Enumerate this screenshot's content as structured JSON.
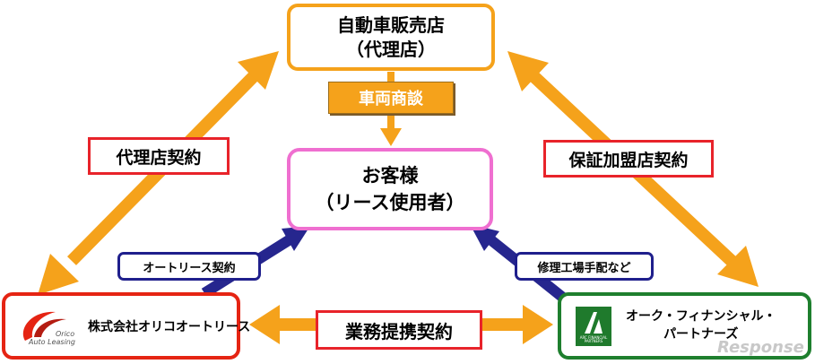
{
  "dealer": {
    "line1": "自動車販売店",
    "line2": "（代理店）"
  },
  "negotiation_label": "車両商談",
  "customer": {
    "line1": "お客様",
    "line2": "（リース使用者）"
  },
  "agency_contract": "代理店契約",
  "guarantee_contract": "保証加盟店契約",
  "auto_lease_contract": "オートリース契約",
  "repair_arrangement": "修理工場手配など",
  "business_alliance": "業務提携契約",
  "orico": {
    "logo_word1": "Orico",
    "logo_word2": "Auto Leasing",
    "name": "株式会社オリコオートリース"
  },
  "ark": {
    "logo_caption": "ARC FINANCIAL PARTNERS",
    "name_line1": "オーク・フィナンシャル・",
    "name_line2": "パートナーズ"
  },
  "watermark": "Response",
  "colors": {
    "orange": "#f5a21b",
    "pink": "#ef6fd0",
    "red": "#e8232a",
    "navy": "#1f1f8c",
    "green": "#1e7f2e"
  }
}
